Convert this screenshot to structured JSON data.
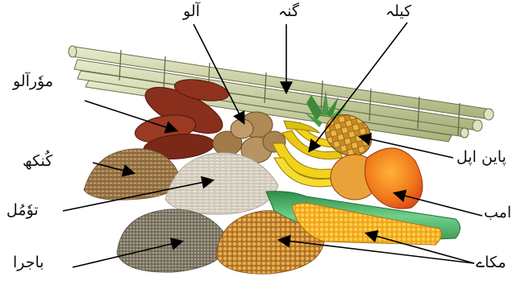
{
  "labels": {
    "kela": "کیلہ",
    "ganna": "گنہ",
    "aloo": "آلو",
    "shakarkandi": "موٗرآلو",
    "gandum": "کُنکھ",
    "chawal": "توٗمُل",
    "bajra": "باجرا",
    "pineapple": "پاین اپل",
    "aam": "امب",
    "makai": "مکاے"
  },
  "colors": {
    "sugarcane": "#cfd3a4",
    "sweet_potato": "#8a2f1c",
    "potato": "#b08a55",
    "banana": "#f2d21a",
    "pineapple": "#d9a634",
    "mango": "#f07a1a",
    "corn": "#f2b21e",
    "husk": "#3faa5a",
    "wheat": "#a57c4e",
    "rice": "#d9d2c4",
    "millet": "#8b8470",
    "maize_kernels": "#d69a3c"
  }
}
